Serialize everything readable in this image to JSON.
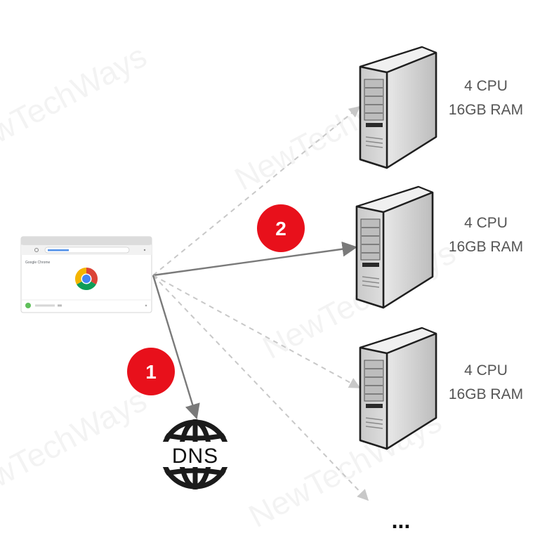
{
  "browser": {
    "app_name": "Google Chrome"
  },
  "steps": [
    {
      "number": "1",
      "color": "#e8101b"
    },
    {
      "number": "2",
      "color": "#e8101b"
    }
  ],
  "dns": {
    "label": "DNS"
  },
  "servers": [
    {
      "cpu": "4 CPU",
      "ram": "16GB RAM"
    },
    {
      "cpu": "4 CPU",
      "ram": "16GB RAM"
    },
    {
      "cpu": "4 CPU",
      "ram": "16GB RAM"
    }
  ],
  "more_indicator": "...",
  "watermark": "NewTechWays",
  "colors": {
    "arrow": "#7a7a7a",
    "dashed_arrow": "#c8c8c8",
    "badge": "#e8101b",
    "server_body": "#d4d4d4"
  }
}
